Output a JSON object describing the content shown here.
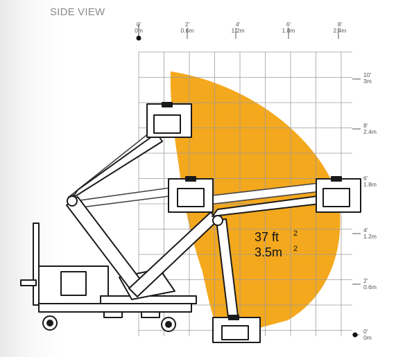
{
  "title": "SIDE VIEW",
  "colors": {
    "envelope": "#F4A81D",
    "grid": "#9b9b9b",
    "machine": "#1a1a1a"
  },
  "top_axis": [
    {
      "ft": "0'",
      "m": "0m"
    },
    {
      "ft": "2'",
      "m": "0.6m"
    },
    {
      "ft": "4'",
      "m": "1.2m"
    },
    {
      "ft": "6'",
      "m": "1.8m"
    },
    {
      "ft": "8'",
      "m": "2.4m"
    }
  ],
  "right_axis": [
    {
      "ft": "10'",
      "m": "3m"
    },
    {
      "ft": "8'",
      "m": "2.4m"
    },
    {
      "ft": "6'",
      "m": "1.8m"
    },
    {
      "ft": "4'",
      "m": "1.2m"
    },
    {
      "ft": "2'",
      "m": "0.6m"
    },
    {
      "ft": "0'",
      "m": "0m"
    }
  ],
  "area_label": {
    "ft": "37 ft",
    "ft_exp": "2",
    "m": "3.5m",
    "m_exp": "2"
  }
}
